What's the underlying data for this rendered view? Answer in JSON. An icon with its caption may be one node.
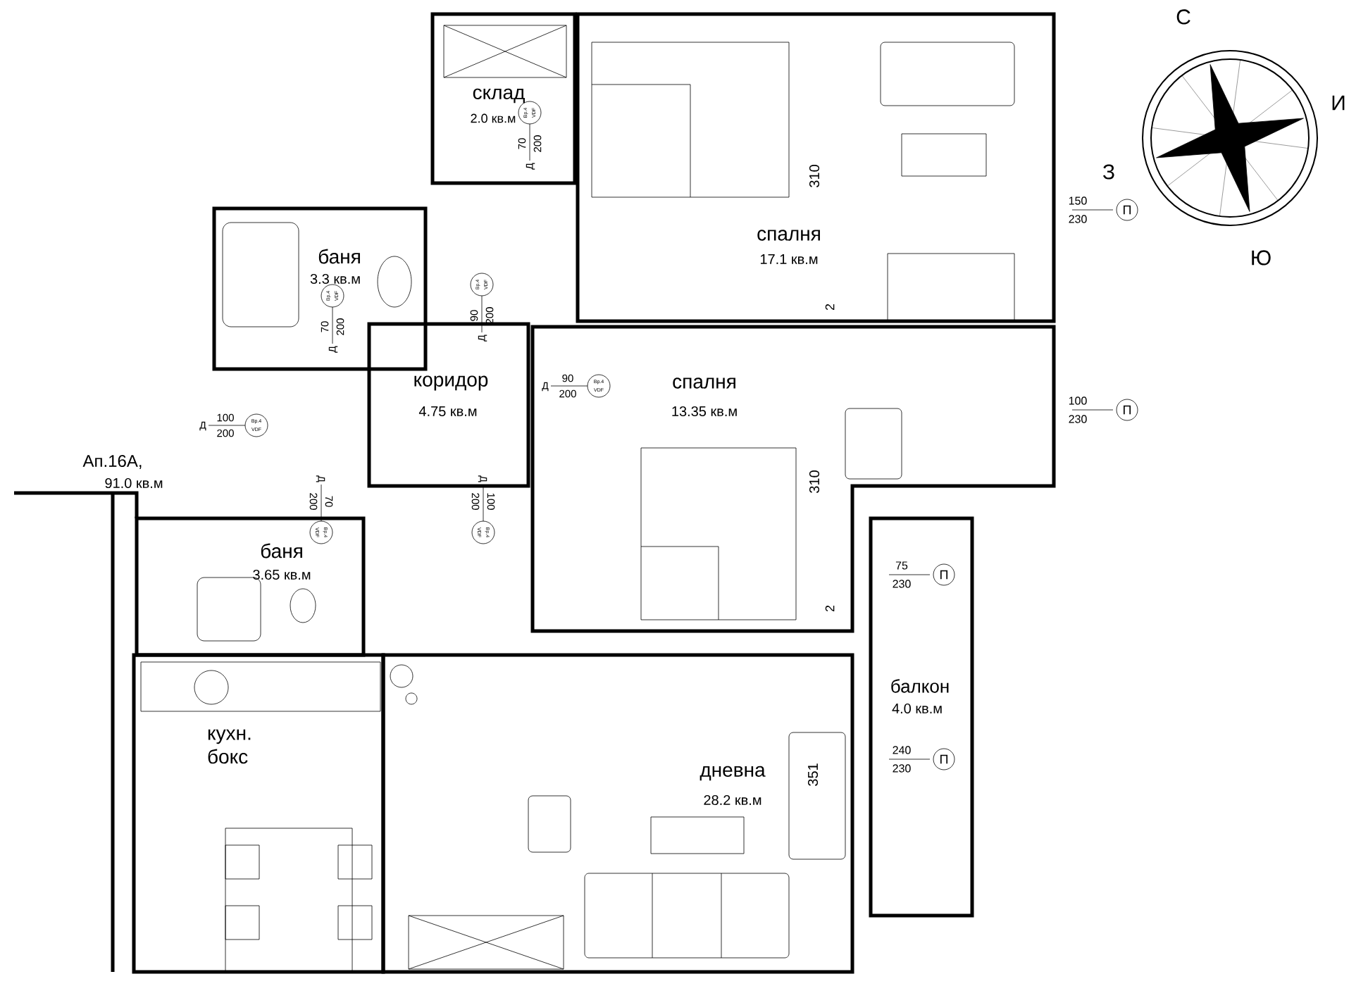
{
  "diagram": {
    "nodes": [
      {
        "text": [
          "склад",
          "2.0 кв.м"
        ]
      },
      {
        "text": [
          "спалня",
          "17.1 кв.м"
        ]
      },
      {
        "text": [
          "баня",
          "3.3 кв.м"
        ]
      },
      {
        "text": [
          "коридор",
          "4.75 кв.м"
        ]
      },
      {
        "text": [
          "спалня",
          "13.35 кв.м"
        ]
      },
      {
        "text": [
          "баня",
          "3.65 кв.м"
        ]
      },
      {
        "text": [
          "кухн. бокс"
        ]
      },
      {
        "text": [
          "дневна",
          "28.2 кв.м"
        ]
      },
      {
        "text": [
          "балкон",
          "4.0 кв.м"
        ]
      }
    ],
    "labels": [
      "С",
      "И",
      "З",
      "Ю",
      "70",
      "200",
      "Д",
      "Вр.4",
      "VDF",
      "310",
      "150",
      "230",
      "П",
      "70",
      "200",
      "Д",
      "Вр.4",
      "VDF",
      "90",
      "200",
      "Д",
      "Вр.4",
      "VDF",
      "2",
      "90",
      "200",
      "Д",
      "Вр.4",
      "VDF",
      "100",
      "230",
      "П",
      "100",
      "200",
      "Д",
      "Вр.4",
      "VDF",
      "Ап.16А,",
      "91.0 кв.м",
      "70",
      "200",
      "Д",
      "Вр.4",
      "VDF",
      "100",
      "200",
      "Д",
      "Вр.4",
      "VDF",
      "310",
      "75",
      "230",
      "П",
      "2",
      "240",
      "230",
      "П",
      "351"
    ]
  }
}
